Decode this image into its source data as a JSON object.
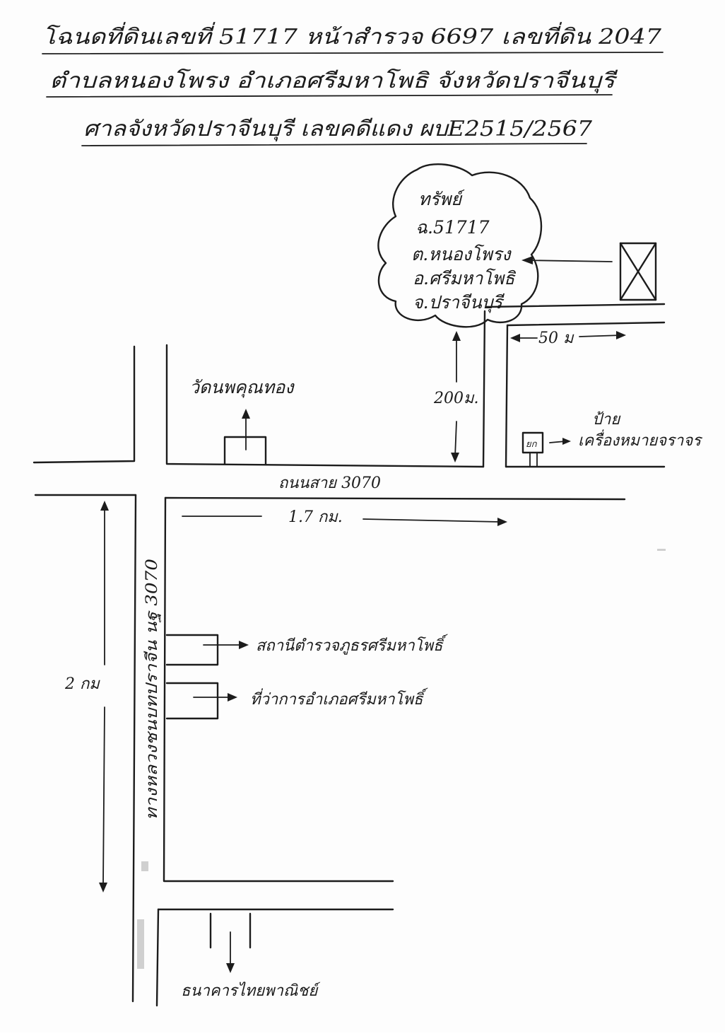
{
  "header": {
    "line1": "โฉนดที่ดินเลขที่ 51717 หน้าสำรวจ 6697 เลขที่ดิน 2047",
    "line2": "ตำบลหนองโพรง อำเภอศรีมหาโพธิ จังหวัดปราจีนบุรี",
    "line3": "ศาลจังหวัดปราจีนบุรี เลขคดีแดง ผบE2515/2567"
  },
  "property_box": {
    "line1": "ทรัพย์",
    "line2": "ฉ.51717",
    "line3": "ต.หนองโพรง",
    "line4": "อ.ศรีมหาโพธิ",
    "line5": "จ.ปราจีนบุรี"
  },
  "labels": {
    "temple": "วัดนพคุณทอง",
    "distance_to_property": "200ม.",
    "distance_lane": "50 ม",
    "sign_small": "ป้าย",
    "sign_label": "เครื่องหมายจราจร",
    "road_3070": "ถนนสาย 3070",
    "distance_road": "1.7 กม.",
    "vertical_road": "ทางหลวงชนบทปราจีน นฐ 3070",
    "distance_vertical": "2 กม",
    "police_station": "สถานีตำรวจภูธรศรีมหาโพธิ์",
    "district_office": "ที่ว่าการอำเภอศรีมหาโพธิ์",
    "bank": "ธนาคารไทยพาณิชย์"
  },
  "icons": {
    "building": "crossed-box-icon",
    "temple": "temple-icon",
    "sign": "traffic-sign-icon",
    "arrow": "arrow-icon"
  }
}
